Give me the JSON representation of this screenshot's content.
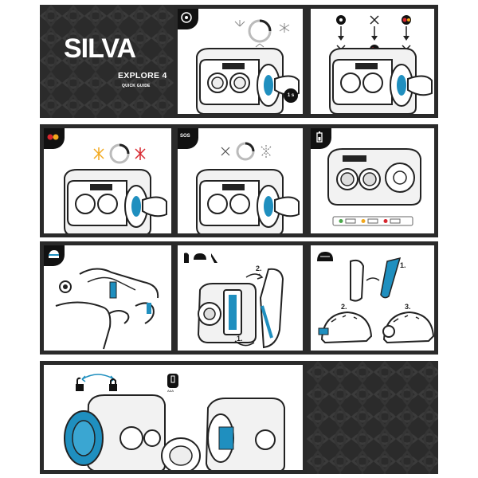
{
  "brand": {
    "logo": "SILVA",
    "model": "EXPLORE 4",
    "subtitle": "QUICK GUIDE"
  },
  "colors": {
    "frame": "#2a2a2a",
    "dark_panel": "#2b2b2b",
    "accent_blue": "#1f8fbf",
    "red": "#d7262e",
    "amber": "#f2a81d"
  },
  "panels": [
    {
      "id": "brand",
      "icon": "",
      "label": ""
    },
    {
      "id": "white-light-mode",
      "icon": "light-power-icon",
      "label": ""
    },
    {
      "id": "mode-switching",
      "icon": "light-power-icon",
      "label": ""
    },
    {
      "id": "red-light-mode",
      "icon": "red-amber-light-icon",
      "label": ""
    },
    {
      "id": "sos-mode",
      "icon": "sos-icon",
      "label": "SOS"
    },
    {
      "id": "battery-indicator",
      "icon": "battery-icon",
      "label": ""
    },
    {
      "id": "headband-fit",
      "icon": "head-icon",
      "label": ""
    },
    {
      "id": "mounting-bracket",
      "icon": "accessories-icon",
      "label": ""
    },
    {
      "id": "helmet-mount",
      "icon": "helmet-icon",
      "label": ""
    },
    {
      "id": "battery-replacement",
      "icon": "battery-icon",
      "label": ""
    },
    {
      "id": "pattern-fill",
      "icon": "",
      "label": ""
    }
  ],
  "steps": {
    "one": "1.",
    "two": "2.",
    "three": "3."
  },
  "badges": {
    "light_button": "1 s",
    "battery_label": "AAA"
  }
}
